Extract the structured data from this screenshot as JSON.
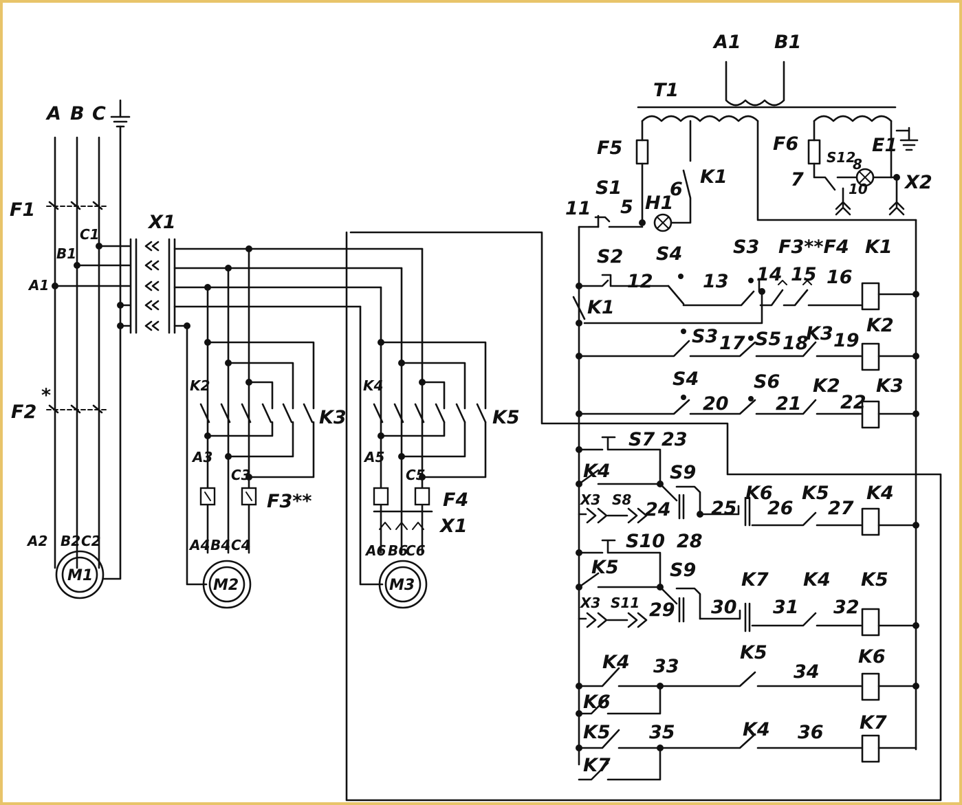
{
  "supply": {
    "phase_a": "A",
    "phase_b": "B",
    "phase_c": "C"
  },
  "transformer": {
    "name": "T1",
    "in_a": "A1",
    "in_b": "B1"
  },
  "m1_circuit": {
    "breaker1": "F1",
    "breaker2": "F2",
    "breaker2_mark": "*",
    "a1": "A1",
    "b1": "B1",
    "c1": "C1",
    "a2": "A2",
    "b2": "B2",
    "c2": "C2",
    "motor": "M1"
  },
  "m2_circuit": {
    "terminal": "X1",
    "contactor_k2": "K2",
    "contactor_k3": "K3",
    "a3": "A3",
    "c3": "C3",
    "overload": "F3**",
    "a4": "A4",
    "b4": "B4",
    "c4": "C4",
    "motor": "M2"
  },
  "m3_circuit": {
    "contactor_k4": "K4",
    "contactor_k5": "K5",
    "a5": "A5",
    "c5": "C5",
    "overload": "F4",
    "plug": "X1",
    "a6": "A6",
    "b6": "B6",
    "c6": "C6",
    "motor": "M3"
  },
  "control": {
    "fuse5": "F5",
    "fuse6": "F6",
    "lamp_e1": "E1",
    "socket_x2": "X2",
    "s12": "S12",
    "n7": "7",
    "n8": "8",
    "n10": "10",
    "s1": "S1",
    "n5": "5",
    "h1": "H1",
    "n6": "6",
    "k1_aux": "K1",
    "n11": "11",
    "s2": "S2",
    "s4_top": "S4",
    "s3_top": "S3",
    "f3f4": "F3**F4",
    "k1_coil": "K1",
    "n12": "12",
    "n13": "13",
    "n14": "14",
    "n15": "15",
    "n16": "16",
    "k1_hold": "K1",
    "s3": "S3",
    "n17": "17",
    "s5": "S5",
    "n18": "18",
    "k3_nc": "K3",
    "n19": "19",
    "k2_coil": "K2",
    "s4": "S4",
    "n20": "20",
    "s6": "S6",
    "n21": "21",
    "k2_nc": "K2",
    "n22": "22",
    "k3_coil": "K3",
    "s7": "S7",
    "n23": "23",
    "k4_hold": "K4",
    "s9_a": "S9",
    "x3_a": "X3",
    "s8": "S8",
    "n24": "24",
    "n25": "25",
    "k6_nc": "K6",
    "n26": "26",
    "k5_nc": "K5",
    "n27": "27",
    "k4_coil": "K4",
    "n28": "28",
    "s10": "S10",
    "k5_hold": "K5",
    "s9_b": "S9",
    "x3_b": "X3",
    "s11": "S11",
    "n29": "29",
    "n30": "30",
    "k7_nc": "K7",
    "n31": "31",
    "k4_nc": "K4",
    "n32": "32",
    "k5_coil": "K5",
    "k5_timer": "K5",
    "k4_no": "K4",
    "n33": "33",
    "n34": "34",
    "k6_coil": "K6",
    "k6_hold": "K6",
    "k5_no": "K5",
    "n35": "35",
    "k4_nc2": "K4",
    "n36": "36",
    "k7_coil": "K7",
    "k7_hold": "K7"
  }
}
